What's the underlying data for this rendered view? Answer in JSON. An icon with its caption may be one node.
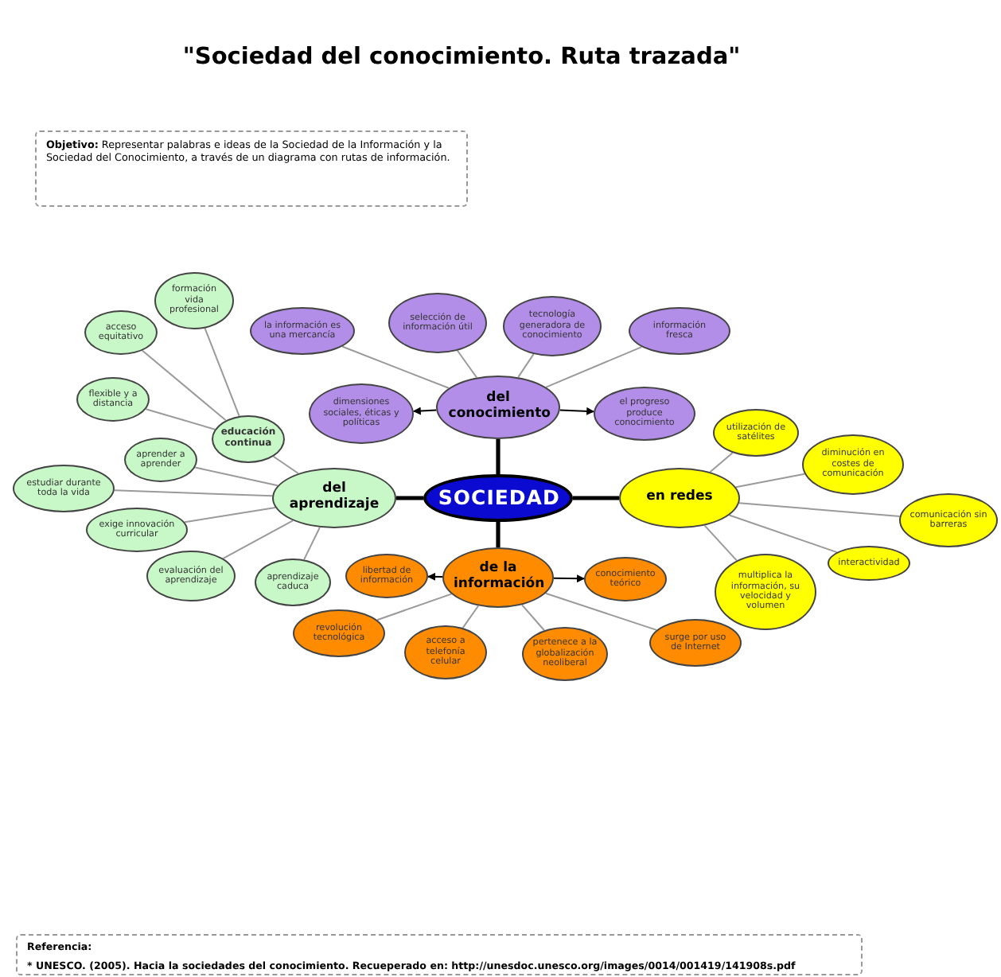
{
  "diagram": {
    "title": "\"Sociedad del conocimiento. Ruta trazada\"",
    "nodes": [
      {
        "text": [
          "**Objetivo:** Representar palabras e ideas de la Sociedad de la Información y la Sociedad del Conocimiento, a través de un diagrama con rutas de información."
        ]
      },
      {
        "text": [
          "Referencia:",
          "* UNESCO. (2005). Hacia la sociedades del conocimiento. Recueperado en: http://unesdoc.unesco.org/images/0014/001419/141908s.pdf"
        ]
      },
      {
        "text": [
          "SOCIEDAD"
        ]
      },
      {
        "text": [
          "del conocimiento"
        ]
      },
      {
        "text": [
          "la información es una mercancía"
        ]
      },
      {
        "text": [
          "selección de información útil"
        ]
      },
      {
        "text": [
          "tecnología generadora de conocimiento"
        ]
      },
      {
        "text": [
          "información fresca"
        ]
      },
      {
        "text": [
          "dimensiones sociales, éticas y políticas"
        ]
      },
      {
        "text": [
          "el progreso produce conocimiento"
        ]
      },
      {
        "text": [
          "del aprendizaje"
        ]
      },
      {
        "text": [
          "formación vida profesional"
        ]
      },
      {
        "text": [
          "acceso equitativo"
        ]
      },
      {
        "text": [
          "educación continua"
        ]
      },
      {
        "text": [
          "flexible y a distancia"
        ]
      },
      {
        "text": [
          "aprender a aprender"
        ]
      },
      {
        "text": [
          "estudiar durante toda la vida"
        ]
      },
      {
        "text": [
          "exige innovación curricular"
        ]
      },
      {
        "text": [
          "evaluación del aprendizaje"
        ]
      },
      {
        "text": [
          "aprendizaje caduca"
        ]
      },
      {
        "text": [
          "en redes"
        ]
      },
      {
        "text": [
          "utilización de satélites"
        ]
      },
      {
        "text": [
          "diminución en costes de comunicación"
        ]
      },
      {
        "text": [
          "comunicación sin barreras"
        ]
      },
      {
        "text": [
          "interactividad"
        ]
      },
      {
        "text": [
          "multiplica la información, su velocidad y volumen"
        ]
      },
      {
        "text": [
          "de la información"
        ]
      },
      {
        "text": [
          "libertad de información"
        ]
      },
      {
        "text": [
          "conocimiento teórico"
        ]
      },
      {
        "text": [
          "revolución tecnológica"
        ]
      },
      {
        "text": [
          "acceso a telefonía celular"
        ]
      },
      {
        "text": [
          "pertenece a la globalización neoliberal"
        ]
      },
      {
        "text": [
          "surge por uso de Internet"
        ]
      }
    ],
    "edges": [
      {
        "from": 2,
        "to": 3,
        "arrow": "none",
        "style": "thick",
        "color": "#000000"
      },
      {
        "from": 2,
        "to": 10,
        "arrow": "none",
        "style": "thick",
        "color": "#000000"
      },
      {
        "from": 2,
        "to": 20,
        "arrow": "none",
        "style": "thick",
        "color": "#000000"
      },
      {
        "from": 2,
        "to": 26,
        "arrow": "none",
        "style": "thick",
        "color": "#000000"
      },
      {
        "from": 3,
        "to": 4,
        "arrow": "none"
      },
      {
        "from": 3,
        "to": 5,
        "arrow": "none"
      },
      {
        "from": 3,
        "to": 6,
        "arrow": "none"
      },
      {
        "from": 3,
        "to": 7,
        "arrow": "none"
      },
      {
        "from": 3,
        "to": 8,
        "arrow": "to",
        "color": "#000000"
      },
      {
        "from": 3,
        "to": 9,
        "arrow": "to",
        "color": "#000000"
      },
      {
        "from": 10,
        "to": 13,
        "arrow": "none"
      },
      {
        "from": 13,
        "to": 11,
        "arrow": "none"
      },
      {
        "from": 13,
        "to": 12,
        "arrow": "none"
      },
      {
        "from": 13,
        "to": 14,
        "arrow": "none"
      },
      {
        "from": 10,
        "to": 15,
        "arrow": "none"
      },
      {
        "from": 10,
        "to": 16,
        "arrow": "none"
      },
      {
        "from": 10,
        "to": 17,
        "arrow": "none"
      },
      {
        "from": 10,
        "to": 18,
        "arrow": "none"
      },
      {
        "from": 10,
        "to": 19,
        "arrow": "none"
      },
      {
        "from": 20,
        "to": 21,
        "arrow": "none"
      },
      {
        "from": 20,
        "to": 22,
        "arrow": "none"
      },
      {
        "from": 20,
        "to": 23,
        "arrow": "none"
      },
      {
        "from": 20,
        "to": 24,
        "arrow": "none"
      },
      {
        "from": 20,
        "to": 25,
        "arrow": "none"
      },
      {
        "from": 26,
        "to": 27,
        "arrow": "to",
        "color": "#000000"
      },
      {
        "from": 26,
        "to": 28,
        "arrow": "to",
        "color": "#000000"
      },
      {
        "from": 26,
        "to": 29,
        "arrow": "none"
      },
      {
        "from": 26,
        "to": 30,
        "arrow": "none"
      },
      {
        "from": 26,
        "to": 31,
        "arrow": "none"
      },
      {
        "from": 26,
        "to": 32,
        "arrow": "none"
      }
    ]
  }
}
